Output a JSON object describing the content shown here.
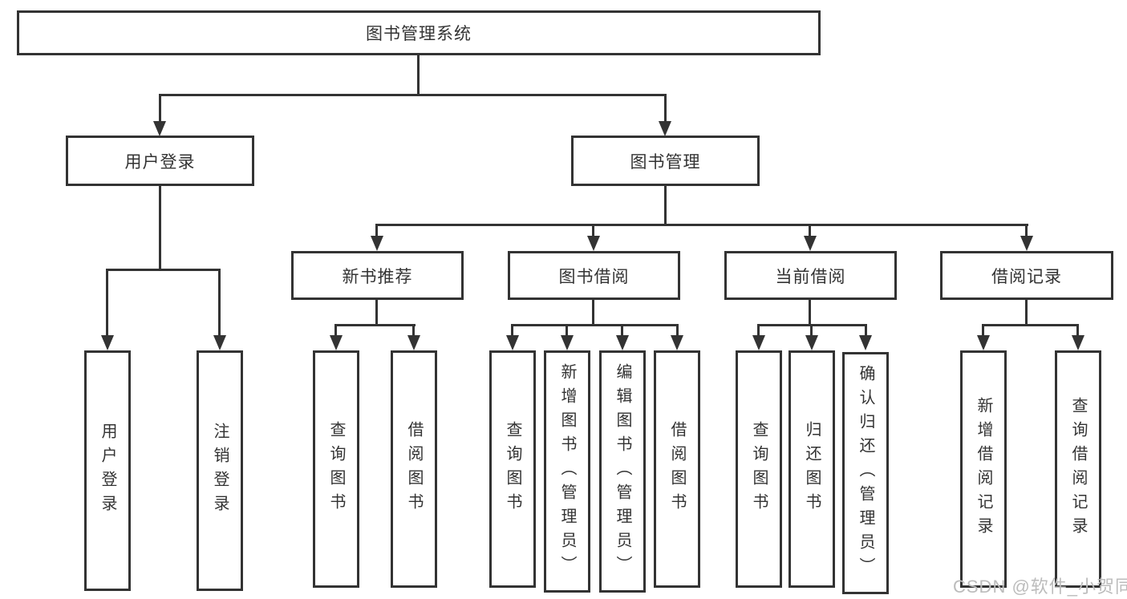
{
  "tree": {
    "root": {
      "label": "图书管理系统",
      "children": [
        {
          "label": "用户登录",
          "children": [
            {
              "label": "用户登录"
            },
            {
              "label": "注销登录"
            }
          ]
        },
        {
          "label": "图书管理",
          "children": [
            {
              "label": "新书推荐",
              "children": [
                {
                  "label": "查询图书"
                },
                {
                  "label": "借阅图书"
                }
              ]
            },
            {
              "label": "图书借阅",
              "children": [
                {
                  "label": "查询图书"
                },
                {
                  "label": "新增图书（管理员）"
                },
                {
                  "label": "编辑图书（管理员）"
                },
                {
                  "label": "借阅图书"
                }
              ]
            },
            {
              "label": "当前借阅",
              "children": [
                {
                  "label": "查询图书"
                },
                {
                  "label": "归还图书"
                },
                {
                  "label": "确认归还（管理员）"
                }
              ]
            },
            {
              "label": "借阅记录",
              "children": [
                {
                  "label": "新增借阅记录"
                },
                {
                  "label": "查询借阅记录"
                }
              ]
            }
          ]
        }
      ]
    }
  },
  "watermark": "CSDN @软件_小贺同学",
  "colors": {
    "line": "#333333",
    "box_border": "#333333",
    "box_background": "#ffffff",
    "text": "#333333",
    "watermark_text": "#bcbcbc"
  }
}
